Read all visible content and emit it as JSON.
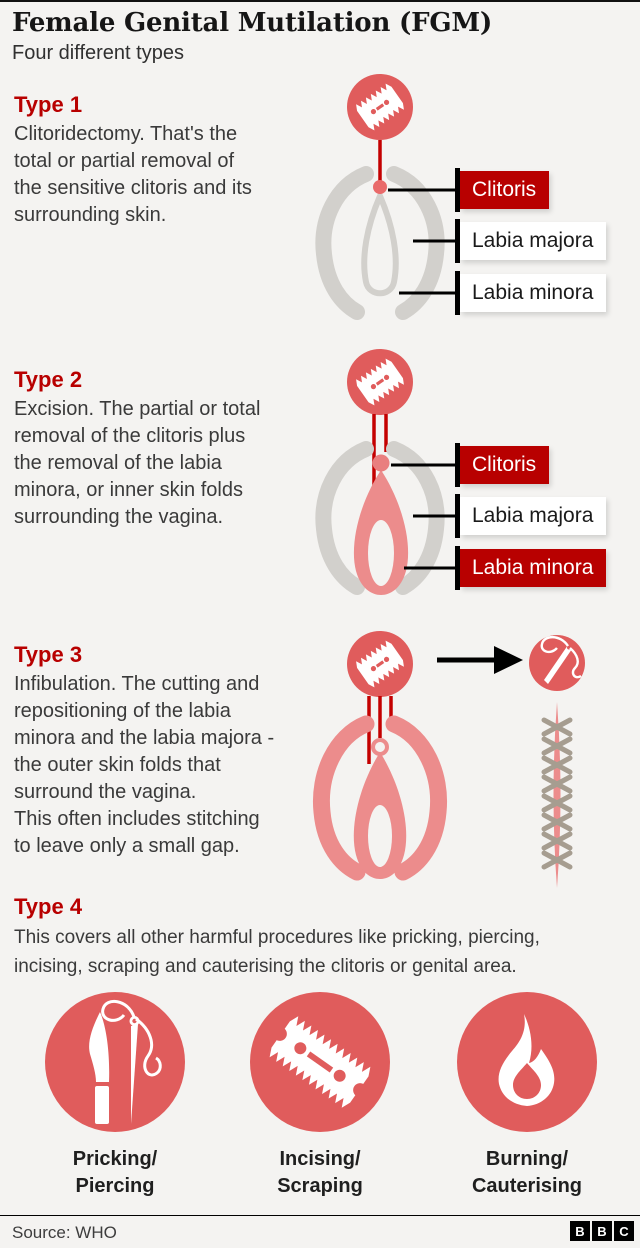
{
  "colors": {
    "background": "#f4f3f1",
    "accent_coral": "#e05c5c",
    "anatomy_coral": "#ec8c8c",
    "anatomy_gray": "#d2d0cc",
    "highlight_red": "#b80000",
    "cut_line_red": "#c40000",
    "stitch_gray": "#a69d90"
  },
  "header": {
    "title": "Female Genital Mutilation (FGM)",
    "subtitle": "Four different types"
  },
  "sections": [
    {
      "heading": "Type 1",
      "body": "Clitoridectomy. That's the\ntotal or partial removal of\nthe sensitive clitoris and its\nsurrounding skin.",
      "icon": "razor-blade-icon",
      "labels": [
        {
          "text": "Clitoris",
          "style": "red"
        },
        {
          "text": "Labia majora",
          "style": "white"
        },
        {
          "text": "Labia minora",
          "style": "white"
        }
      ]
    },
    {
      "heading": "Type 2",
      "body": "Excision. The partial or total\nremoval of the clitoris plus\nthe removal of the labia\nminora, or inner skin folds\nsurrounding the vagina.",
      "icon": "razor-blade-icon",
      "labels": [
        {
          "text": "Clitoris",
          "style": "red"
        },
        {
          "text": "Labia majora",
          "style": "white"
        },
        {
          "text": "Labia minora",
          "style": "red"
        }
      ]
    },
    {
      "heading": "Type 3",
      "body": "Infibulation. The cutting and\nrepositioning of the labia\nminora and the labia majora -\nthe outer skin folds that\nsurround the vagina.\nThis often includes stitching\nto leave only a small gap.",
      "icons": [
        "razor-blade-icon",
        "arrow-right-icon",
        "needle-and-thread-icon",
        "stitches-icon"
      ]
    },
    {
      "heading": "Type 4",
      "body": "This covers all other harmful procedures like pricking, piercing,\nincising, scraping and cauterising the clitoris or genital area.",
      "items": [
        {
          "label": "Pricking/\nPiercing",
          "icon": "knife-and-needle-icon"
        },
        {
          "label": "Incising/\nScraping",
          "icon": "razor-blade-icon"
        },
        {
          "label": "Burning/\nCauterising",
          "icon": "flame-icon"
        }
      ]
    }
  ],
  "footer": {
    "source": "Source: WHO",
    "logo": [
      "B",
      "B",
      "C"
    ]
  }
}
